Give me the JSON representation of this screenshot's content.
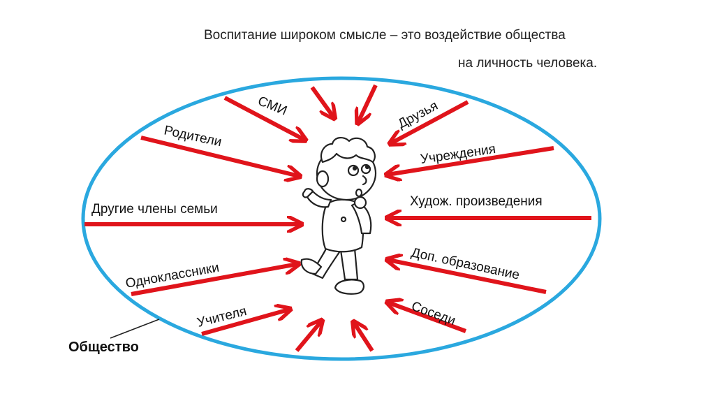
{
  "title": {
    "line1": "Воспитание широком смысле – это воздействие общества",
    "line2": "на личность человека."
  },
  "society_label": "Общество",
  "influences": {
    "smi": "СМИ",
    "roditeli": "Родители",
    "drugie": "Другие члены семьи",
    "odnoklassniki": "Одноклассники",
    "uchitelya": "Учителя",
    "druzya": "Друзья",
    "uchrezhdeniya": "Учреждения",
    "hudozh": "Худож. произведения",
    "dop": "Доп. образование",
    "sosedi": "Соседи"
  },
  "colors": {
    "arrow": "#e0141b",
    "ellipse": "#2aa8df",
    "text": "#111111"
  },
  "figure_icon": "child-figure-icon"
}
